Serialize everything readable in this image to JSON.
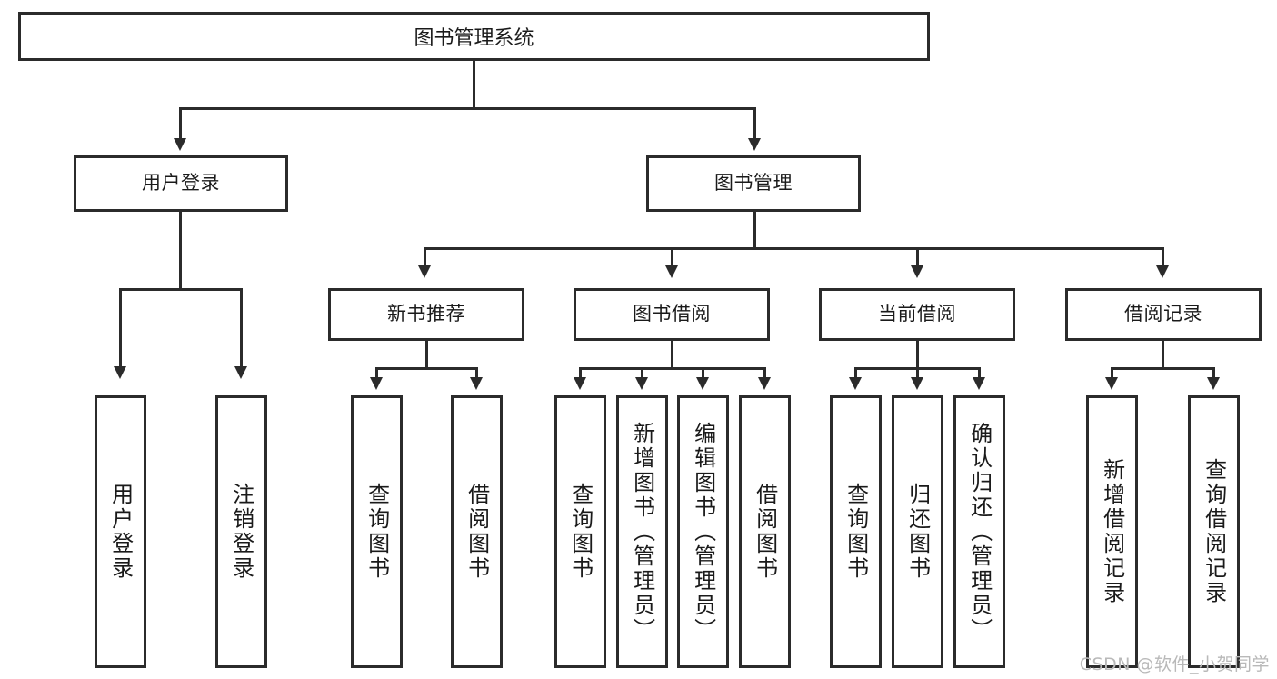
{
  "diagram": {
    "title": "图书管理系统",
    "type": "tree-hierarchy-diagram",
    "root": {
      "label": "图书管理系统"
    },
    "level2": [
      {
        "label": "用户登录"
      },
      {
        "label": "图书管理"
      }
    ],
    "level3": [
      {
        "label": "新书推荐"
      },
      {
        "label": "图书借阅"
      },
      {
        "label": "当前借阅"
      },
      {
        "label": "借阅记录"
      }
    ],
    "leaves": {
      "user_login": [
        {
          "label": "用户登录"
        },
        {
          "label": "注销登录"
        }
      ],
      "new_book_recommend": [
        {
          "label": "查询图书"
        },
        {
          "label": "借阅图书"
        }
      ],
      "book_borrow": [
        {
          "label": "查询图书"
        },
        {
          "label": "新增图书（管理员）"
        },
        {
          "label": "编辑图书（管理员）"
        },
        {
          "label": "借阅图书"
        }
      ],
      "current_borrow": [
        {
          "label": "查询图书"
        },
        {
          "label": "归还图书"
        },
        {
          "label": "确认归还（管理员）"
        }
      ],
      "borrow_record": [
        {
          "label": "新增借阅记录"
        },
        {
          "label": "查询借阅记录"
        }
      ]
    }
  },
  "watermark": {
    "text": "CSDN @软件_小贺同学"
  },
  "colors": {
    "stroke": "#2b2b2b",
    "text": "#1a1a1a",
    "background": "#ffffff",
    "watermark": "#b9b9b9"
  }
}
